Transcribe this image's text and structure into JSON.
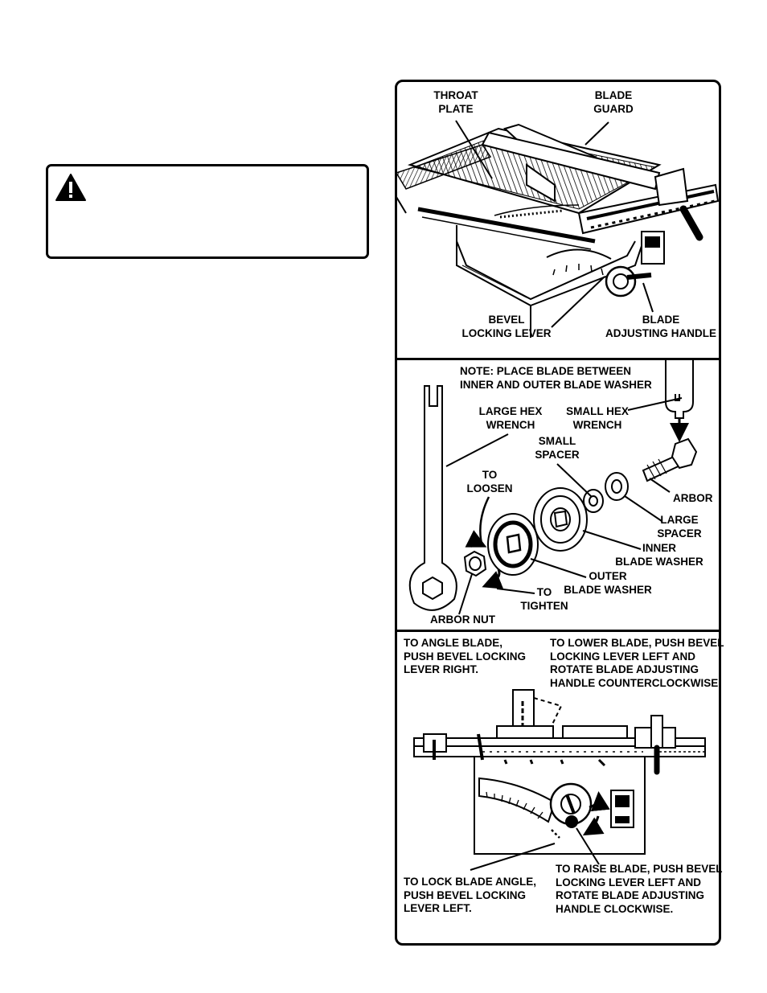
{
  "figure1": {
    "throat_plate": "THROAT\nPLATE",
    "blade_guard": "BLADE\nGUARD",
    "bevel_locking_lever": "BEVEL\nLOCKING LEVER",
    "blade_adjusting_handle": "BLADE\nADJUSTING HANDLE"
  },
  "figure2": {
    "note": "NOTE: PLACE BLADE BETWEEN\nINNER AND OUTER BLADE WASHER",
    "large_hex_wrench": "LARGE HEX\nWRENCH",
    "small_hex_wrench": "SMALL HEX\nWRENCH",
    "small_spacer": "SMALL\nSPACER",
    "to_loosen": "TO\nLOOSEN",
    "arbor": "ARBOR",
    "large_spacer": "LARGE\nSPACER",
    "inner_blade_washer": "INNER\nBLADE WASHER",
    "outer_blade_washer": "OUTER\nBLADE WASHER",
    "to_tighten": "TO\nTIGHTEN",
    "arbor_nut": "ARBOR NUT"
  },
  "figure3": {
    "to_angle_blade": "TO ANGLE BLADE,\nPUSH BEVEL LOCKING\nLEVER RIGHT.",
    "to_lower_blade": "TO LOWER BLADE, PUSH BEVEL\nLOCKING LEVER LEFT AND\nROTATE BLADE ADJUSTING\nHANDLE COUNTERCLOCKWISE",
    "to_lock_blade_angle": "TO LOCK BLADE ANGLE,\nPUSH BEVEL LOCKING\nLEVER LEFT.",
    "to_raise_blade": "TO RAISE BLADE, PUSH BEVEL\nLOCKING LEVER LEFT AND\nROTATE BLADE ADJUSTING\nHANDLE CLOCKWISE."
  }
}
